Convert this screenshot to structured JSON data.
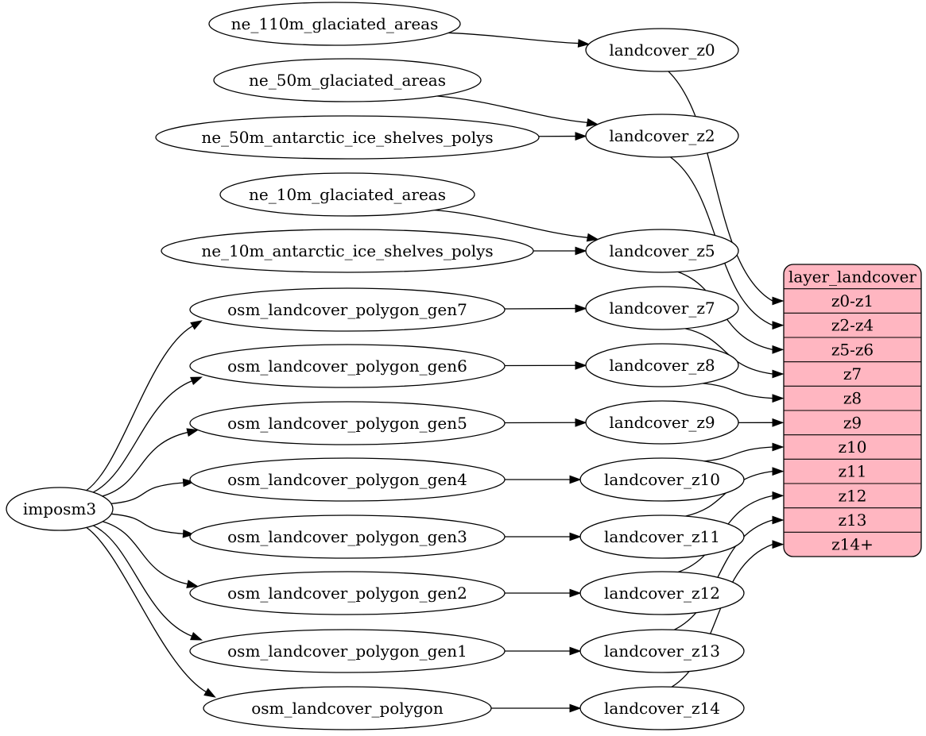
{
  "diagram": {
    "type": "flow-graph",
    "background_color": "#ffffff",
    "node_fill_color": "#ffffff",
    "node_border_color": "#000000",
    "edge_color": "#000000",
    "text_color": "#000000",
    "nodes": [
      {
        "id": "imposm3",
        "label": "imposm3"
      },
      {
        "id": "ne_110m_glaciated_areas",
        "label": "ne_110m_glaciated_areas"
      },
      {
        "id": "ne_50m_glaciated_areas",
        "label": "ne_50m_glaciated_areas"
      },
      {
        "id": "ne_50m_antarctic_ice_shelves_polys",
        "label": "ne_50m_antarctic_ice_shelves_polys"
      },
      {
        "id": "ne_10m_glaciated_areas",
        "label": "ne_10m_glaciated_areas"
      },
      {
        "id": "ne_10m_antarctic_ice_shelves_polys",
        "label": "ne_10m_antarctic_ice_shelves_polys"
      },
      {
        "id": "osm_landcover_polygon_gen7",
        "label": "osm_landcover_polygon_gen7"
      },
      {
        "id": "osm_landcover_polygon_gen6",
        "label": "osm_landcover_polygon_gen6"
      },
      {
        "id": "osm_landcover_polygon_gen5",
        "label": "osm_landcover_polygon_gen5"
      },
      {
        "id": "osm_landcover_polygon_gen4",
        "label": "osm_landcover_polygon_gen4"
      },
      {
        "id": "osm_landcover_polygon_gen3",
        "label": "osm_landcover_polygon_gen3"
      },
      {
        "id": "osm_landcover_polygon_gen2",
        "label": "osm_landcover_polygon_gen2"
      },
      {
        "id": "osm_landcover_polygon_gen1",
        "label": "osm_landcover_polygon_gen1"
      },
      {
        "id": "osm_landcover_polygon",
        "label": "osm_landcover_polygon"
      },
      {
        "id": "landcover_z0",
        "label": "landcover_z0"
      },
      {
        "id": "landcover_z2",
        "label": "landcover_z2"
      },
      {
        "id": "landcover_z5",
        "label": "landcover_z5"
      },
      {
        "id": "landcover_z7",
        "label": "landcover_z7"
      },
      {
        "id": "landcover_z8",
        "label": "landcover_z8"
      },
      {
        "id": "landcover_z9",
        "label": "landcover_z9"
      },
      {
        "id": "landcover_z10",
        "label": "landcover_z10"
      },
      {
        "id": "landcover_z11",
        "label": "landcover_z11"
      },
      {
        "id": "landcover_z12",
        "label": "landcover_z12"
      },
      {
        "id": "landcover_z13",
        "label": "landcover_z13"
      },
      {
        "id": "landcover_z14",
        "label": "landcover_z14"
      }
    ],
    "table": {
      "id": "layer_landcover",
      "title": "layer_landcover",
      "fill_color": "#ffb6c1",
      "rows": [
        "z0-z1",
        "z2-z4",
        "z5-z6",
        "z7",
        "z8",
        "z9",
        "z10",
        "z11",
        "z12",
        "z13",
        "z14+"
      ]
    },
    "edges": [
      {
        "from": "ne_110m_glaciated_areas",
        "to": "landcover_z0"
      },
      {
        "from": "ne_50m_glaciated_areas",
        "to": "landcover_z2"
      },
      {
        "from": "ne_50m_antarctic_ice_shelves_polys",
        "to": "landcover_z2"
      },
      {
        "from": "ne_10m_glaciated_areas",
        "to": "landcover_z5"
      },
      {
        "from": "ne_10m_antarctic_ice_shelves_polys",
        "to": "landcover_z5"
      },
      {
        "from": "imposm3",
        "to": "osm_landcover_polygon_gen7"
      },
      {
        "from": "imposm3",
        "to": "osm_landcover_polygon_gen6"
      },
      {
        "from": "imposm3",
        "to": "osm_landcover_polygon_gen5"
      },
      {
        "from": "imposm3",
        "to": "osm_landcover_polygon_gen4"
      },
      {
        "from": "imposm3",
        "to": "osm_landcover_polygon_gen3"
      },
      {
        "from": "imposm3",
        "to": "osm_landcover_polygon_gen2"
      },
      {
        "from": "imposm3",
        "to": "osm_landcover_polygon_gen1"
      },
      {
        "from": "imposm3",
        "to": "osm_landcover_polygon"
      },
      {
        "from": "osm_landcover_polygon_gen7",
        "to": "landcover_z7"
      },
      {
        "from": "osm_landcover_polygon_gen6",
        "to": "landcover_z8"
      },
      {
        "from": "osm_landcover_polygon_gen5",
        "to": "landcover_z9"
      },
      {
        "from": "osm_landcover_polygon_gen4",
        "to": "landcover_z10"
      },
      {
        "from": "osm_landcover_polygon_gen3",
        "to": "landcover_z11"
      },
      {
        "from": "osm_landcover_polygon_gen2",
        "to": "landcover_z12"
      },
      {
        "from": "osm_landcover_polygon_gen1",
        "to": "landcover_z13"
      },
      {
        "from": "osm_landcover_polygon",
        "to": "landcover_z14"
      },
      {
        "from": "landcover_z0",
        "to": "layer_landcover",
        "port": "z0-z1"
      },
      {
        "from": "landcover_z2",
        "to": "layer_landcover",
        "port": "z2-z4"
      },
      {
        "from": "landcover_z5",
        "to": "layer_landcover",
        "port": "z5-z6"
      },
      {
        "from": "landcover_z7",
        "to": "layer_landcover",
        "port": "z7"
      },
      {
        "from": "landcover_z8",
        "to": "layer_landcover",
        "port": "z8"
      },
      {
        "from": "landcover_z9",
        "to": "layer_landcover",
        "port": "z9"
      },
      {
        "from": "landcover_z10",
        "to": "layer_landcover",
        "port": "z10"
      },
      {
        "from": "landcover_z11",
        "to": "layer_landcover",
        "port": "z11"
      },
      {
        "from": "landcover_z12",
        "to": "layer_landcover",
        "port": "z12"
      },
      {
        "from": "landcover_z13",
        "to": "layer_landcover",
        "port": "z13"
      },
      {
        "from": "landcover_z14",
        "to": "layer_landcover",
        "port": "z14+"
      }
    ]
  }
}
